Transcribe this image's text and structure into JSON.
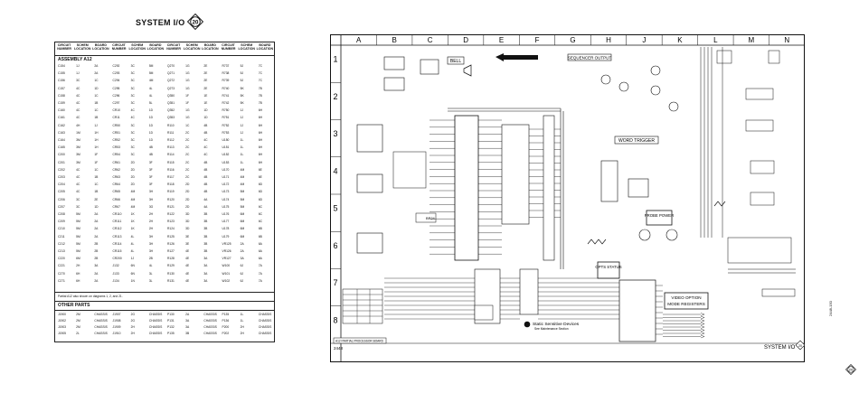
{
  "header": {
    "title": "SYSTEM I/O",
    "badge": "20"
  },
  "table": {
    "headers": [
      "CIRCUIT NUMBER",
      "SCHEM LOCATION",
      "BOARD LOCATION",
      "CIRCUIT NUMBER",
      "SCHEM LOCATION",
      "BOARD LOCATION",
      "CIRCUIT NUMBER",
      "SCHEM LOCATION",
      "BOARD LOCATION",
      "CIRCUIT NUMBER",
      "SCHEM LOCATION",
      "BOARD LOCATION"
    ],
    "assembly_title": "ASSEMBLY A12",
    "col1": [
      [
        "C154",
        "1J",
        "2A"
      ],
      [
        "C155",
        "1J",
        "2A"
      ],
      [
        "C156",
        "3C",
        "1C"
      ],
      [
        "C157",
        "4C",
        "1D"
      ],
      [
        "C158",
        "4C",
        "1C"
      ],
      [
        "C159",
        "4C",
        "1B"
      ],
      [
        "C160",
        "4C",
        "1C"
      ],
      [
        "C161",
        "4C",
        "1B"
      ],
      [
        "C162",
        "4H",
        "1J"
      ],
      [
        "C163",
        "1M",
        "1H"
      ],
      [
        "C164",
        "3M",
        "1H"
      ],
      [
        "C165",
        "3M",
        "1H"
      ],
      [
        "C200",
        "3M",
        "1F"
      ],
      [
        "C201",
        "3M",
        "1F"
      ],
      [
        "C202",
        "4C",
        "1C"
      ],
      [
        "C203",
        "4C",
        "1B"
      ],
      [
        "C204",
        "4C",
        "1C"
      ],
      [
        "C205",
        "4C",
        "1B"
      ],
      [
        "C206",
        "3C",
        "2E"
      ],
      [
        "C207",
        "3C",
        "1D"
      ],
      [
        "C208",
        "5M",
        "2A"
      ],
      [
        "C209",
        "5M",
        "2A"
      ],
      [
        "C210",
        "5M",
        "2A"
      ],
      [
        "C211",
        "5M",
        "2A"
      ],
      [
        "C212",
        "5M",
        "2B"
      ],
      [
        "C213",
        "5M",
        "2B"
      ],
      [
        "C220",
        "6M",
        "2B"
      ],
      [
        "C221",
        "2H",
        "3A"
      ],
      [
        "C270",
        "6H",
        "2A"
      ],
      [
        "C271",
        "6H",
        "2A"
      ]
    ],
    "col2": [
      [
        "C292",
        "3C",
        "5M"
      ],
      [
        "C293",
        "3C",
        "5M"
      ],
      [
        "C294",
        "3C",
        "4M"
      ],
      [
        "C295",
        "3C",
        "4L"
      ],
      [
        "C296",
        "3C",
        "4L"
      ],
      [
        "C297",
        "3C",
        "5L"
      ],
      [
        "CR10",
        "4C",
        "1D"
      ],
      [
        "CR11",
        "4C",
        "1D"
      ],
      [
        "CR50",
        "3C",
        "1D"
      ],
      [
        "CR51",
        "3C",
        "1D"
      ],
      [
        "CR52",
        "3C",
        "1D"
      ],
      [
        "CR53",
        "3C",
        "4B"
      ],
      [
        "CR54",
        "3C",
        "4B"
      ],
      [
        "CR61",
        "2D",
        "3F"
      ],
      [
        "CR62",
        "2D",
        "3F"
      ],
      [
        "CR63",
        "2D",
        "3F"
      ],
      [
        "CR64",
        "2D",
        "3F"
      ],
      [
        "CR65",
        "4M",
        "3H"
      ],
      [
        "CR66",
        "4M",
        "3H"
      ],
      [
        "CR67",
        "4M",
        "3G"
      ],
      [
        "CR110",
        "1K",
        "2H"
      ],
      [
        "CR111",
        "1K",
        "2H"
      ],
      [
        "CR112",
        "1K",
        "2H"
      ],
      [
        "CR113",
        "4L",
        "3H"
      ],
      [
        "CR114",
        "4L",
        "3H"
      ],
      [
        "CR115",
        "4L",
        "3H"
      ],
      [
        "CR200",
        "1J",
        "2B"
      ],
      [
        "J132",
        "6N",
        "4L"
      ],
      [
        "J133",
        "6N",
        "3L"
      ],
      [
        "J134",
        "1N",
        "3L"
      ]
    ],
    "col3": [
      [
        "Q270",
        "1G",
        "2E"
      ],
      [
        "Q271",
        "1G",
        "2E"
      ],
      [
        "Q272",
        "1G",
        "2E"
      ],
      [
        "Q273",
        "1G",
        "2E"
      ],
      [
        "Q350",
        "1F",
        "1E"
      ],
      [
        "Q351",
        "1F",
        "1E"
      ],
      [
        "Q352",
        "1G",
        "1D"
      ],
      [
        "Q353",
        "1G",
        "1D"
      ],
      [
        "R110",
        "1C",
        "4B"
      ],
      [
        "R111",
        "2C",
        "4B"
      ],
      [
        "R112",
        "2C",
        "4C"
      ],
      [
        "R113",
        "2C",
        "4C"
      ],
      [
        "R114",
        "2C",
        "4C"
      ],
      [
        "R115",
        "2C",
        "4B"
      ],
      [
        "R116",
        "2C",
        "4B"
      ],
      [
        "R117",
        "2C",
        "4B"
      ],
      [
        "R118",
        "2D",
        "4B"
      ],
      [
        "R119",
        "2D",
        "4B"
      ],
      [
        "R120",
        "2D",
        "4A"
      ],
      [
        "R121",
        "2D",
        "4A"
      ],
      [
        "R122",
        "3D",
        "3B"
      ],
      [
        "R123",
        "3D",
        "3B"
      ],
      [
        "R124",
        "3D",
        "3B"
      ],
      [
        "R125",
        "3E",
        "3B"
      ],
      [
        "R126",
        "3E",
        "3B"
      ],
      [
        "R127",
        "4E",
        "3B"
      ],
      [
        "R128",
        "4E",
        "3A"
      ],
      [
        "R129",
        "4E",
        "3A"
      ],
      [
        "R130",
        "4E",
        "3A"
      ],
      [
        "R131",
        "4E",
        "3A"
      ]
    ],
    "col4": [
      [
        "R737",
        "5J",
        "7C"
      ],
      [
        "R738",
        "5J",
        "7C"
      ],
      [
        "R739",
        "5J",
        "7C"
      ],
      [
        "R740",
        "5K",
        "7B"
      ],
      [
        "R741",
        "5K",
        "7B"
      ],
      [
        "R742",
        "5K",
        "7B"
      ],
      [
        "R750",
        "1J",
        "6H"
      ],
      [
        "R751",
        "1J",
        "6H"
      ],
      [
        "R752",
        "1J",
        "6H"
      ],
      [
        "R753",
        "1J",
        "6H"
      ],
      [
        "U150",
        "1L",
        "6H"
      ],
      [
        "U151",
        "1L",
        "6H"
      ],
      [
        "U152",
        "1L",
        "6H"
      ],
      [
        "U153",
        "1L",
        "6H"
      ],
      [
        "U170",
        "4M",
        "6E"
      ],
      [
        "U171",
        "4M",
        "6E"
      ],
      [
        "U172",
        "4M",
        "6D"
      ],
      [
        "U173",
        "5M",
        "6D"
      ],
      [
        "U174",
        "5M",
        "6D"
      ],
      [
        "U175",
        "5M",
        "6C"
      ],
      [
        "U176",
        "6M",
        "6C"
      ],
      [
        "U177",
        "6M",
        "6C"
      ],
      [
        "U178",
        "6M",
        "6B"
      ],
      [
        "U179",
        "6M",
        "6B"
      ],
      [
        "VR125",
        "2A",
        "6A"
      ],
      [
        "VR126",
        "2A",
        "6A"
      ],
      [
        "VR127",
        "3A",
        "6A"
      ],
      [
        "W100",
        "6J",
        "7A"
      ],
      [
        "W101",
        "6J",
        "7A"
      ],
      [
        "W102",
        "6J",
        "7A"
      ]
    ],
    "note": "Partial A12 also shown on diagrams 1, 2, and 21.",
    "other_title": "OTHER PARTS",
    "other_col1": [
      [
        "J1900",
        "2M",
        "CHASSIS"
      ],
      [
        "J1902",
        "2M",
        "CHASSIS"
      ],
      [
        "J1903",
        "2M",
        "CHASSIS"
      ],
      [
        "J1905",
        "2L",
        "CHASSIS"
      ]
    ],
    "other_col2": [
      [
        "J1907",
        "2G",
        "CHASSIS"
      ],
      [
        "J1908",
        "2G",
        "CHASSIS"
      ],
      [
        "J1909",
        "2H",
        "CHASSIS"
      ],
      [
        "J1910",
        "2H",
        "CHASSIS"
      ]
    ],
    "other_col3": [
      [
        "P130",
        "2A",
        "CHASSIS"
      ],
      [
        "P131",
        "3A",
        "CHASSIS"
      ],
      [
        "P132",
        "3A",
        "CHASSIS"
      ],
      [
        "P135",
        "3B",
        "CHASSIS"
      ]
    ],
    "other_col4": [
      [
        "P135",
        "1L",
        "CHASSIS"
      ],
      [
        "P136",
        "1L",
        "CHASSIS"
      ],
      [
        "P200",
        "2H",
        "CHASSIS"
      ],
      [
        "P202",
        "2H",
        "CHASSIS"
      ]
    ]
  },
  "schematic": {
    "col_letters": [
      "A",
      "B",
      "C",
      "D",
      "E",
      "F",
      "G",
      "H",
      "J",
      "K",
      "L",
      "M",
      "N"
    ],
    "row_numbers": [
      "1",
      "2",
      "3",
      "4",
      "5",
      "6",
      "7",
      "8"
    ],
    "labels": {
      "bell": "BELL",
      "sequencer_output": "SEQUENCER OUTPUT",
      "word_trigger": "WORD TRIGGER",
      "probe_power": "PROBE POWER",
      "opts_status": "OPTS STATUS",
      "video_option_mode_registers": "VIDEO OPTION MODE REGISTERS",
      "static_sensitive": "Static Sensitive Devices",
      "static_sensitive_sub": "See Maintenance Section",
      "footer_title": "SYSTEM I/O",
      "footer_badge": "20",
      "partial_label": "A12 PARTIAL PROCESSOR BOARD",
      "number": "2448"
    }
  },
  "side_code": "2448-150",
  "corner_badge": "20"
}
